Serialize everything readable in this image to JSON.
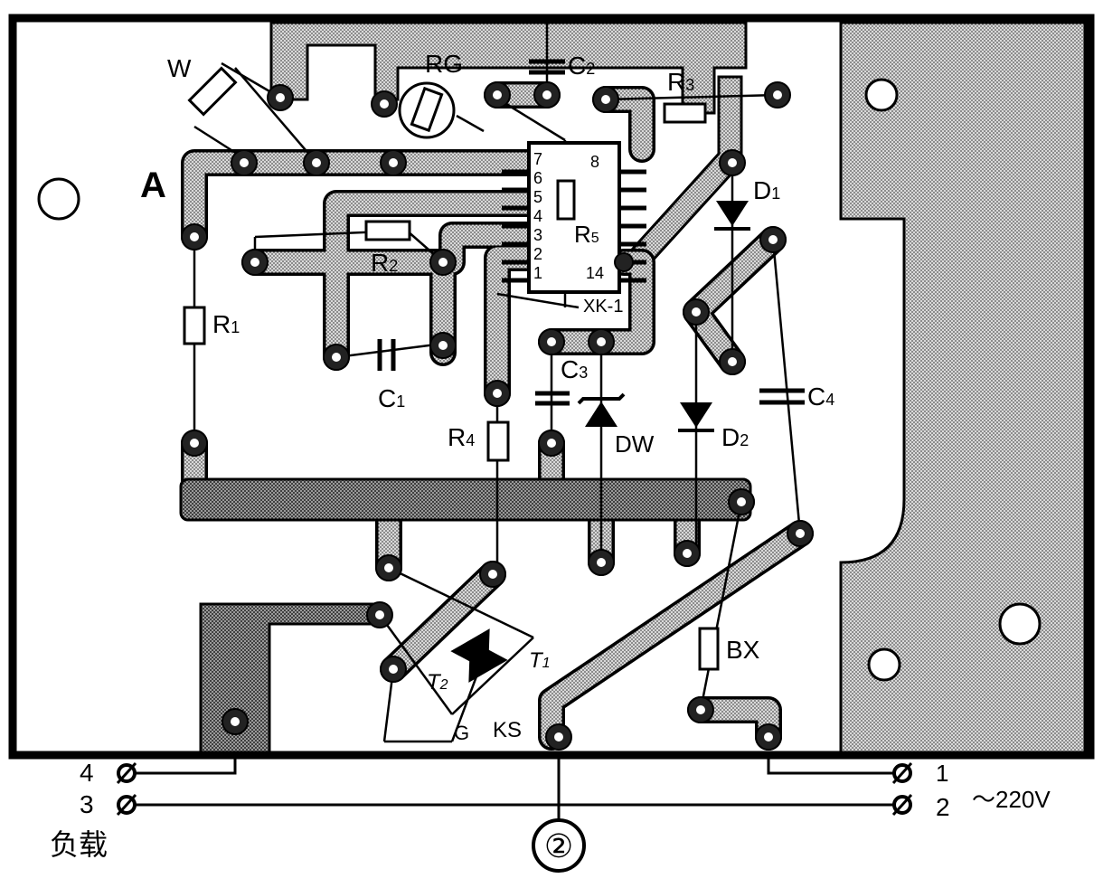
{
  "diagram": {
    "board_marker": "A",
    "components": {
      "W": "W",
      "RG": "RG",
      "C2": "C",
      "C2_sub": "2",
      "R3": "R",
      "R3_sub": "3",
      "D1": "D",
      "D1_sub": "1",
      "R1": "R",
      "R1_sub": "1",
      "R2": "R",
      "R2_sub": "2",
      "R5": "R",
      "R5_sub": "5",
      "C1": "C",
      "C1_sub": "1",
      "C3": "C",
      "C3_sub": "3",
      "C4": "C",
      "C4_sub": "4",
      "R4": "R",
      "R4_sub": "4",
      "DW": "DW",
      "D2": "D",
      "D2_sub": "2",
      "BX": "BX",
      "T1": "T",
      "T1_sub": "1",
      "T2": "T",
      "T2_sub": "2",
      "G": "G",
      "KS": "KS",
      "IC": "XK-1"
    },
    "ic_pins": [
      "7",
      "6",
      "5",
      "4",
      "3",
      "2",
      "1",
      "8",
      "14"
    ],
    "terminals": {
      "t4": "4",
      "t3": "3",
      "t1": "1",
      "t2": "2",
      "load": "负载",
      "mains": "～220V"
    },
    "figure_number": "②"
  }
}
